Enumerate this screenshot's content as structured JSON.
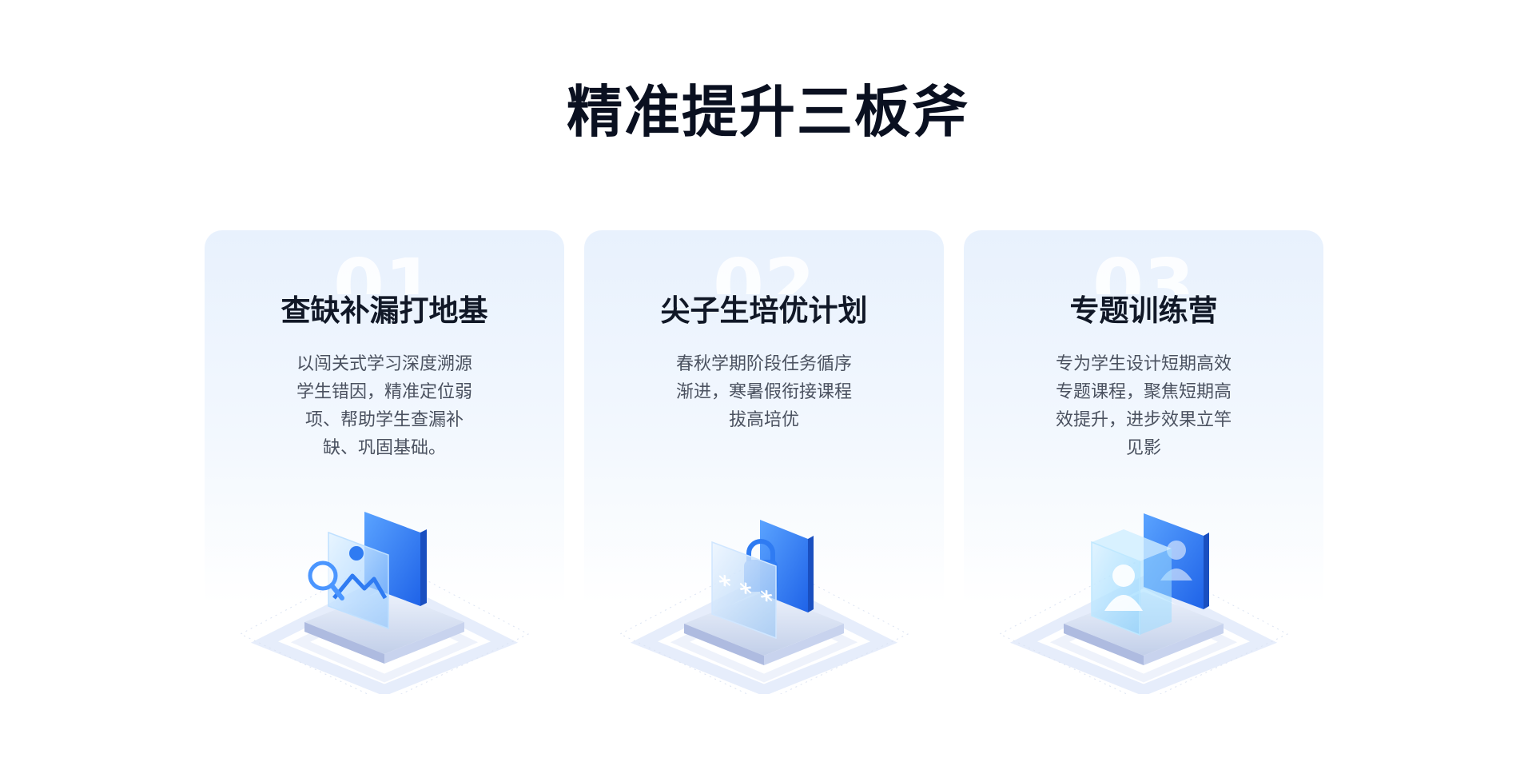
{
  "page": {
    "title": "精准提升三板斧"
  },
  "cards": [
    {
      "number": "01",
      "title": "查缺补漏打地基",
      "description": "以闯关式学习深度溯源学生错因，精准定位弱项、帮助学生查漏补缺、巩固基础。",
      "illustration_icon": "search-image-icon"
    },
    {
      "number": "02",
      "title": "尖子生培优计划",
      "description": "春秋学期阶段任务循序渐进，寒暑假衔接课程拔高培优",
      "illustration_icon": "password-lock-icon"
    },
    {
      "number": "03",
      "title": "专题训练营",
      "description": "专为学生设计短期高效专题课程，聚焦短期高效提升，进步效果立竿见影",
      "illustration_icon": "user-profile-icon"
    }
  ],
  "colors": {
    "accent_blue": "#2f7bf2",
    "card_top": "#e8f1fd",
    "title_text": "#0a1020",
    "body_text": "#4b5260"
  }
}
